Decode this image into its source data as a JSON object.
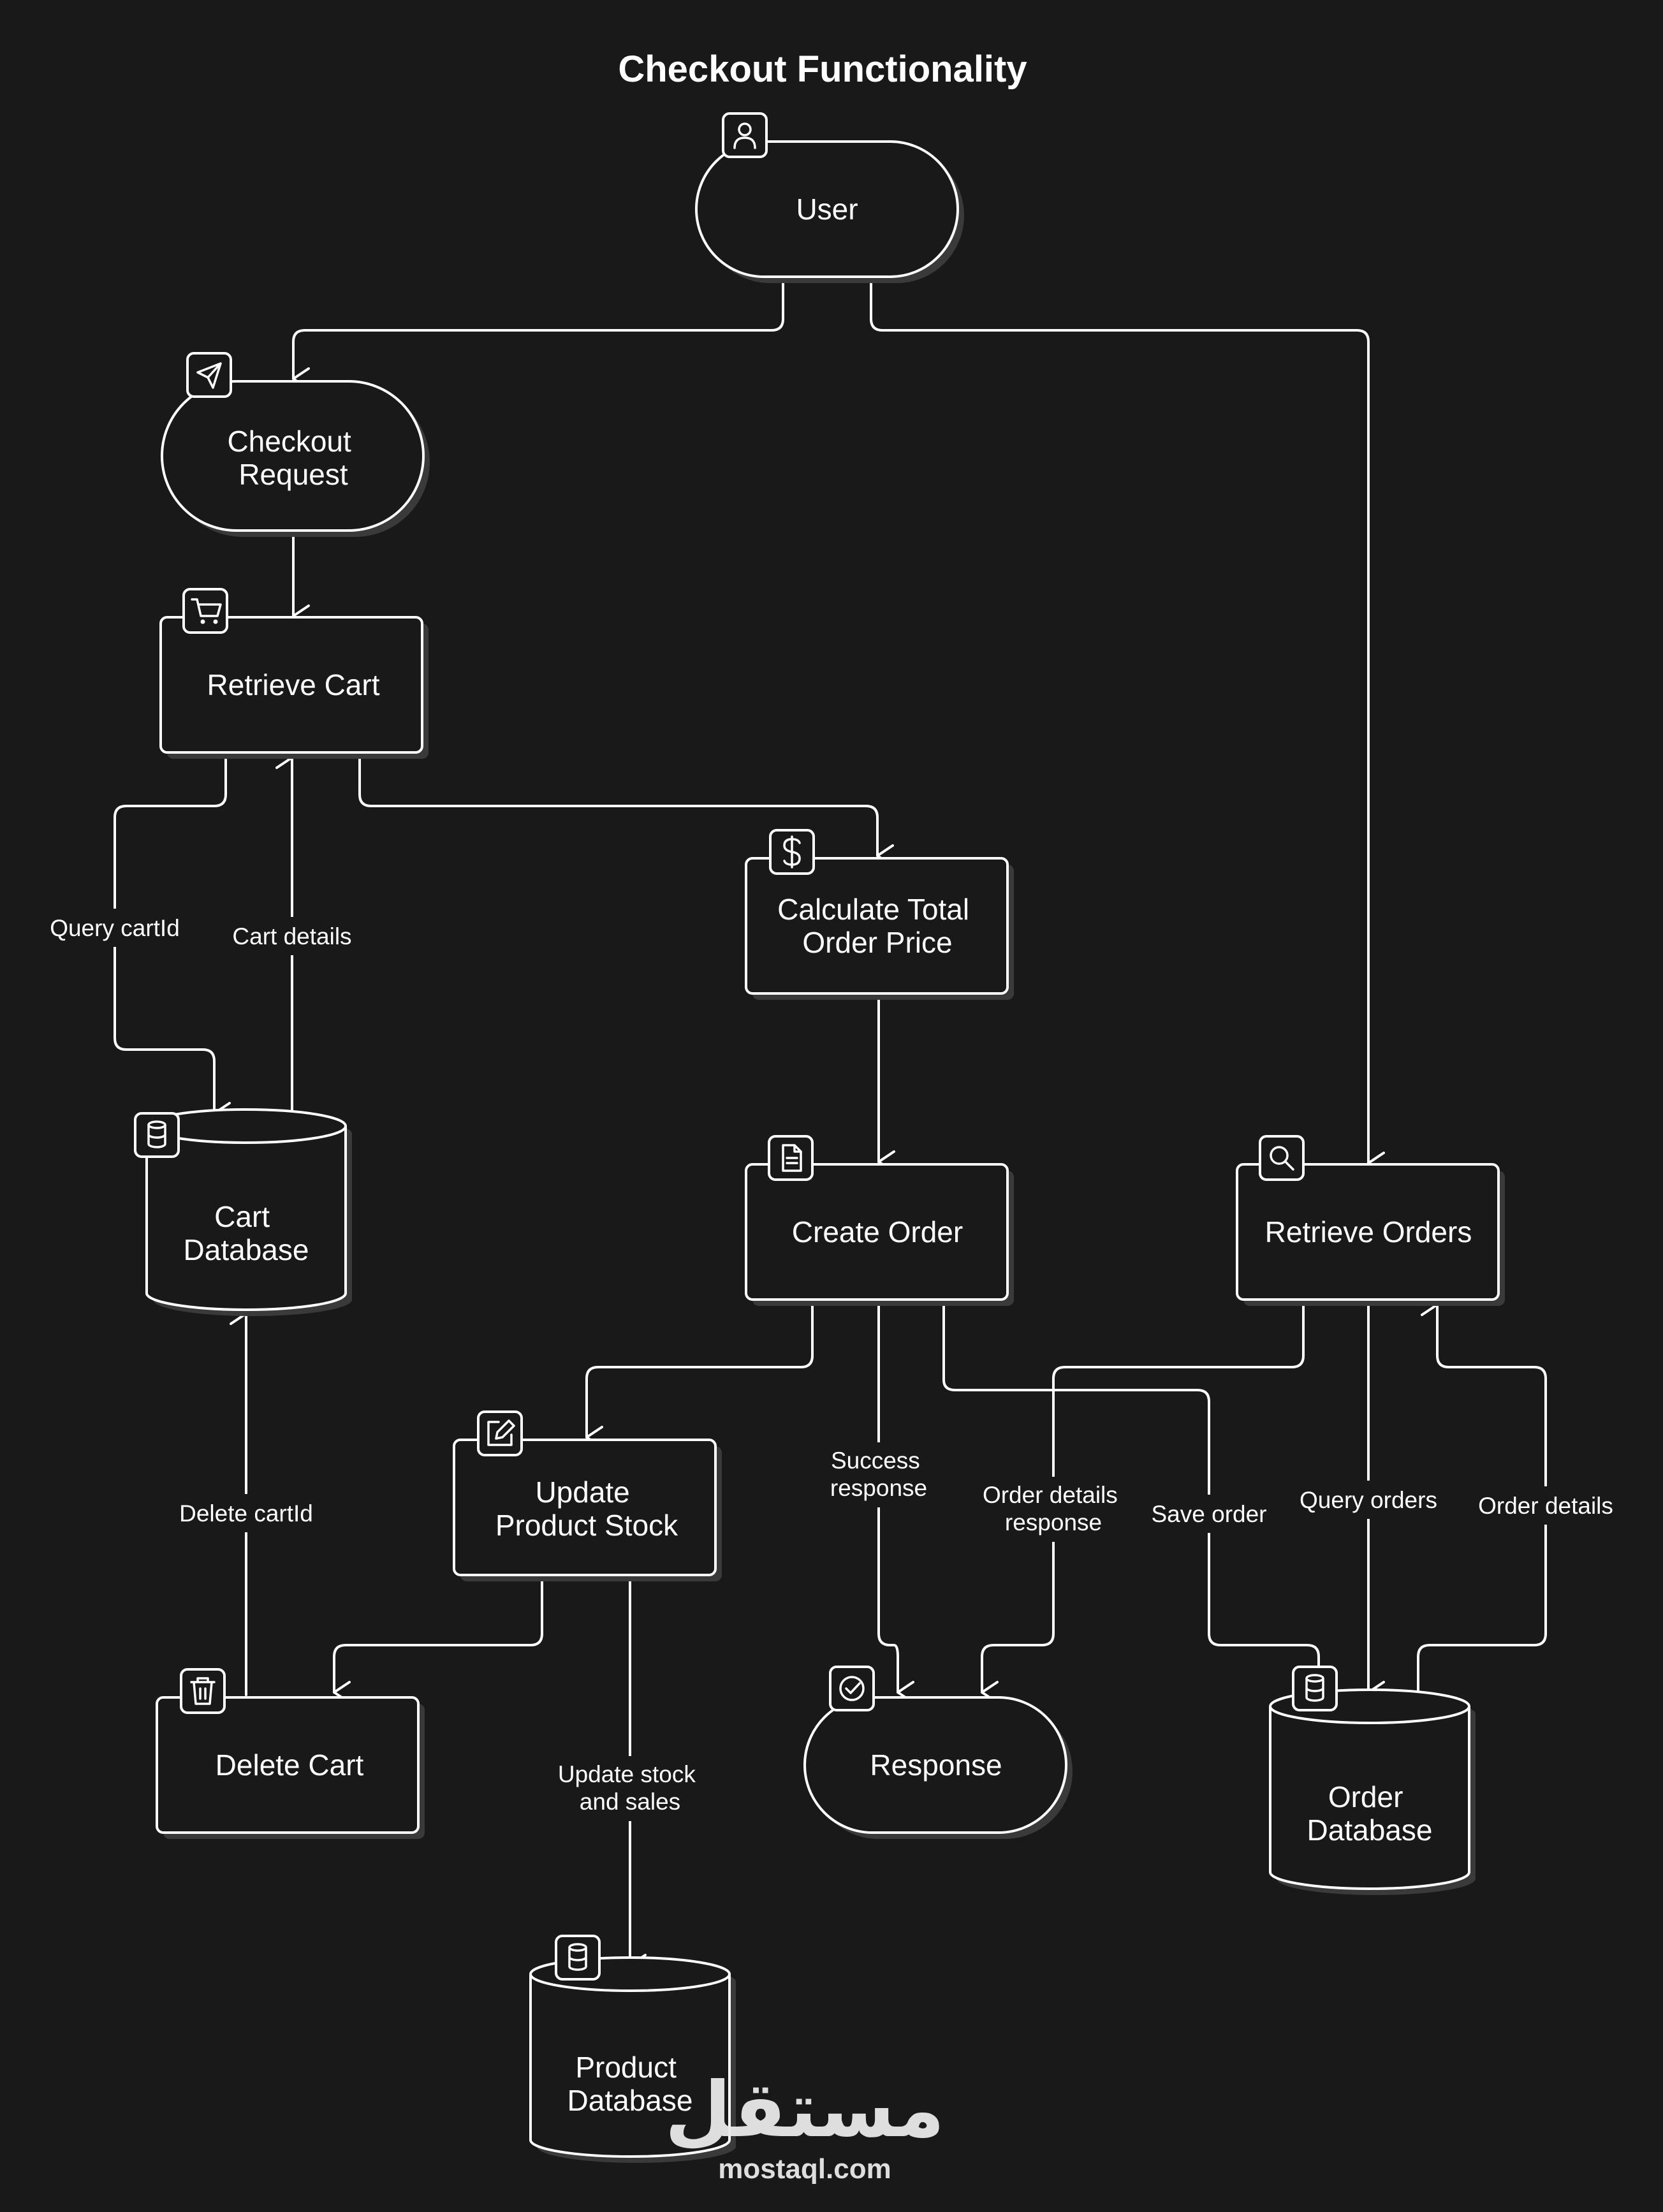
{
  "title": "Checkout Functionality",
  "nodes": {
    "user": {
      "lines": [
        "User"
      ],
      "icon": "user-icon"
    },
    "checkout_request": {
      "lines": [
        "Checkout",
        "Request"
      ],
      "icon": "send-icon"
    },
    "retrieve_cart": {
      "lines": [
        "Retrieve Cart"
      ],
      "icon": "shopping-cart-icon"
    },
    "cart_database": {
      "lines": [
        "Cart",
        "Database"
      ],
      "icon": "database-icon"
    },
    "calculate_total": {
      "lines": [
        "Calculate Total",
        "Order Price"
      ],
      "icon": "dollar-icon"
    },
    "create_order": {
      "lines": [
        "Create Order"
      ],
      "icon": "document-icon"
    },
    "retrieve_orders": {
      "lines": [
        "Retrieve Orders"
      ],
      "icon": "search-icon"
    },
    "update_stock": {
      "lines": [
        "Update",
        "Product Stock"
      ],
      "icon": "edit-icon"
    },
    "delete_cart": {
      "lines": [
        "Delete Cart"
      ],
      "icon": "trash-icon"
    },
    "response": {
      "lines": [
        "Response"
      ],
      "icon": "check-circle-icon"
    },
    "order_database": {
      "lines": [
        "Order",
        "Database"
      ],
      "icon": "database-icon"
    },
    "product_database": {
      "lines": [
        "Product",
        "Database"
      ],
      "icon": "database-icon"
    }
  },
  "edges": {
    "query_cartid": [
      "Query cartId"
    ],
    "cart_details": [
      "Cart details"
    ],
    "delete_cartid": [
      "Delete cartId"
    ],
    "success_response": [
      "Success",
      "response"
    ],
    "order_details_response": [
      "Order details",
      "response"
    ],
    "save_order": [
      "Save order"
    ],
    "query_orders": [
      "Query orders"
    ],
    "order_details": [
      "Order details"
    ],
    "update_stock_sales": [
      "Update stock",
      "and sales"
    ]
  },
  "watermark": {
    "arabic": "مستقل",
    "latin": "mostaql.com"
  }
}
